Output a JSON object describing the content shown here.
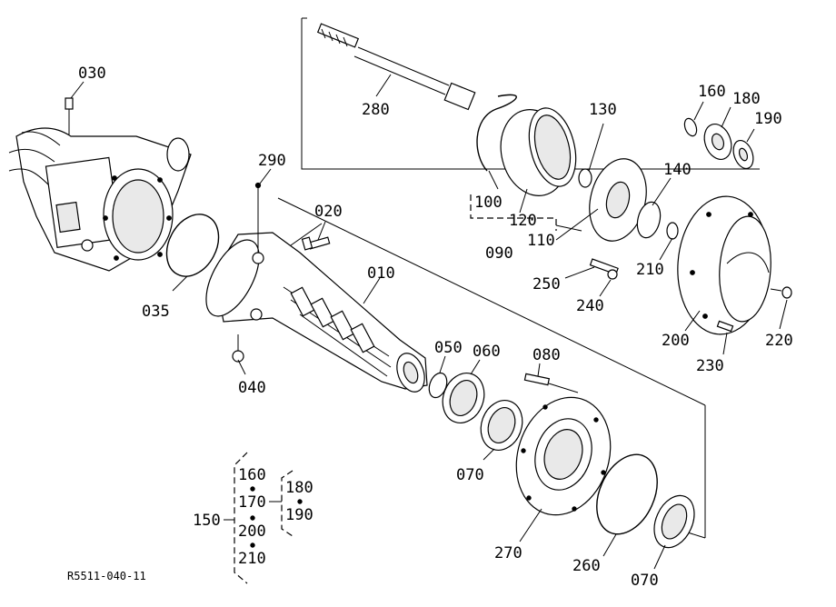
{
  "diagram": {
    "reference_code": "R5511-040-11",
    "callouts": [
      {
        "id": "c030",
        "text": "030"
      },
      {
        "id": "c035",
        "text": "035"
      },
      {
        "id": "c040",
        "text": "040"
      },
      {
        "id": "c290",
        "text": "290"
      },
      {
        "id": "c020",
        "text": "020"
      },
      {
        "id": "c010",
        "text": "010"
      },
      {
        "id": "c280",
        "text": "280"
      },
      {
        "id": "c100",
        "text": "100"
      },
      {
        "id": "c120",
        "text": "120"
      },
      {
        "id": "c090",
        "text": "090"
      },
      {
        "id": "c130",
        "text": "130"
      },
      {
        "id": "c110",
        "text": "110"
      },
      {
        "id": "c140",
        "text": "140"
      },
      {
        "id": "c160",
        "text": "160"
      },
      {
        "id": "c180",
        "text": "180"
      },
      {
        "id": "c190",
        "text": "190"
      },
      {
        "id": "c210a",
        "text": "210"
      },
      {
        "id": "c250",
        "text": "250"
      },
      {
        "id": "c240",
        "text": "240"
      },
      {
        "id": "c200a",
        "text": "200"
      },
      {
        "id": "c220",
        "text": "220"
      },
      {
        "id": "c230",
        "text": "230"
      },
      {
        "id": "c050",
        "text": "050"
      },
      {
        "id": "c060",
        "text": "060"
      },
      {
        "id": "c080",
        "text": "080"
      },
      {
        "id": "c070a",
        "text": "070"
      },
      {
        "id": "c270",
        "text": "270"
      },
      {
        "id": "c260",
        "text": "260"
      },
      {
        "id": "c070b",
        "text": "070"
      }
    ],
    "kit": {
      "main_label": "150",
      "group_a": [
        "160",
        "170",
        "200",
        "210"
      ],
      "group_b": [
        "180",
        "190"
      ]
    }
  }
}
